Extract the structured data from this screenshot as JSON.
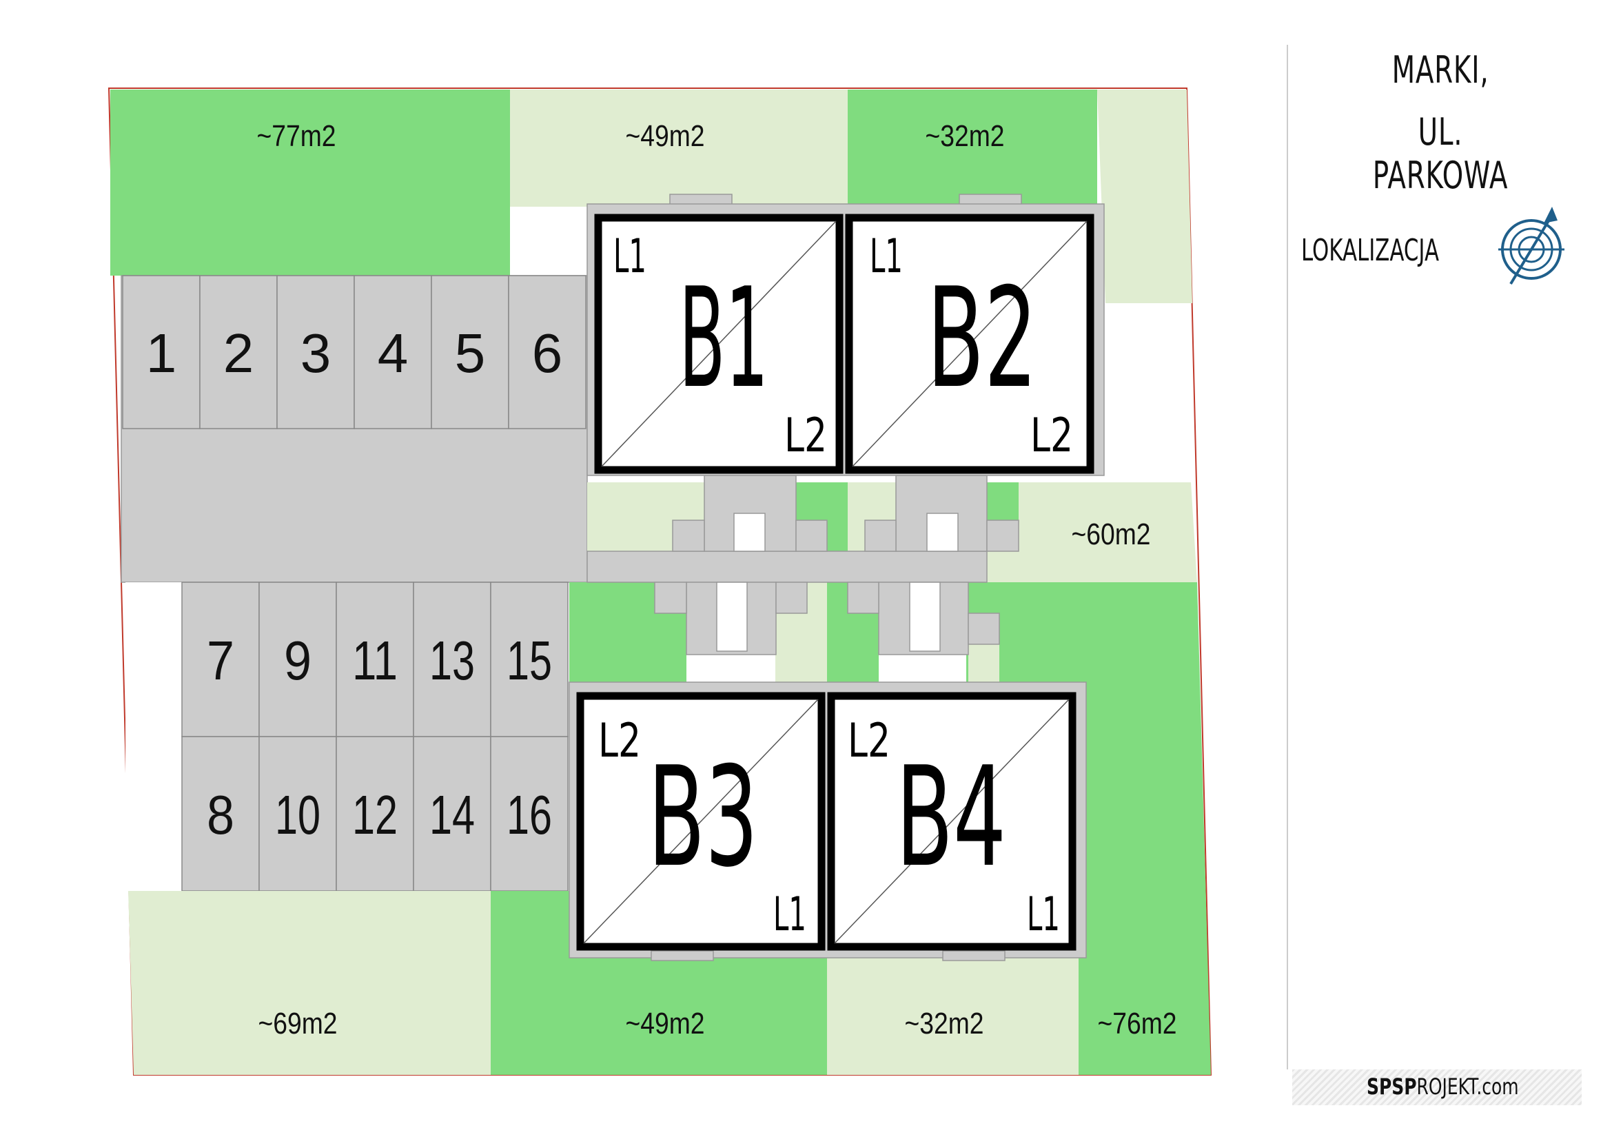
{
  "header": {
    "title_line1": "MARKI,",
    "title_line2": "UL. PARKOWA",
    "location_label": "LOKALIZACJA"
  },
  "logo": {
    "bold_part": "SPSP",
    "rest": "ROJEKT.com"
  },
  "colors": {
    "dark_green": "#80dc7f",
    "light_green": "#e0edd1",
    "grey": "#cccccc",
    "stroke": "#888888",
    "building": "#000000",
    "compass": "#1f5f8b"
  },
  "gardens": {
    "top_left": "~77m2",
    "top_mid": "~49m2",
    "top_right": "~32m2",
    "right_mid": "~60m2",
    "bottom_left": "~69m2",
    "bottom_mid": "~49m2",
    "bottom_right": "~32m2",
    "bottom_far_right": "~76m2"
  },
  "parking": {
    "row1": [
      "1",
      "2",
      "3",
      "4",
      "5",
      "6"
    ],
    "row2": [
      "7",
      "9",
      "11",
      "13",
      "15"
    ],
    "row3": [
      "8",
      "10",
      "12",
      "14",
      "16"
    ]
  },
  "buildings": {
    "b1": {
      "name": "B1",
      "top_label": "L1",
      "bottom_label": "L2"
    },
    "b2": {
      "name": "B2",
      "top_label": "L1",
      "bottom_label": "L2"
    },
    "b3": {
      "name": "B3",
      "top_label": "L2",
      "bottom_label": "L1"
    },
    "b4": {
      "name": "B4",
      "top_label": "L2",
      "bottom_label": "L1"
    }
  },
  "icons": {
    "compass": "compass-icon"
  }
}
